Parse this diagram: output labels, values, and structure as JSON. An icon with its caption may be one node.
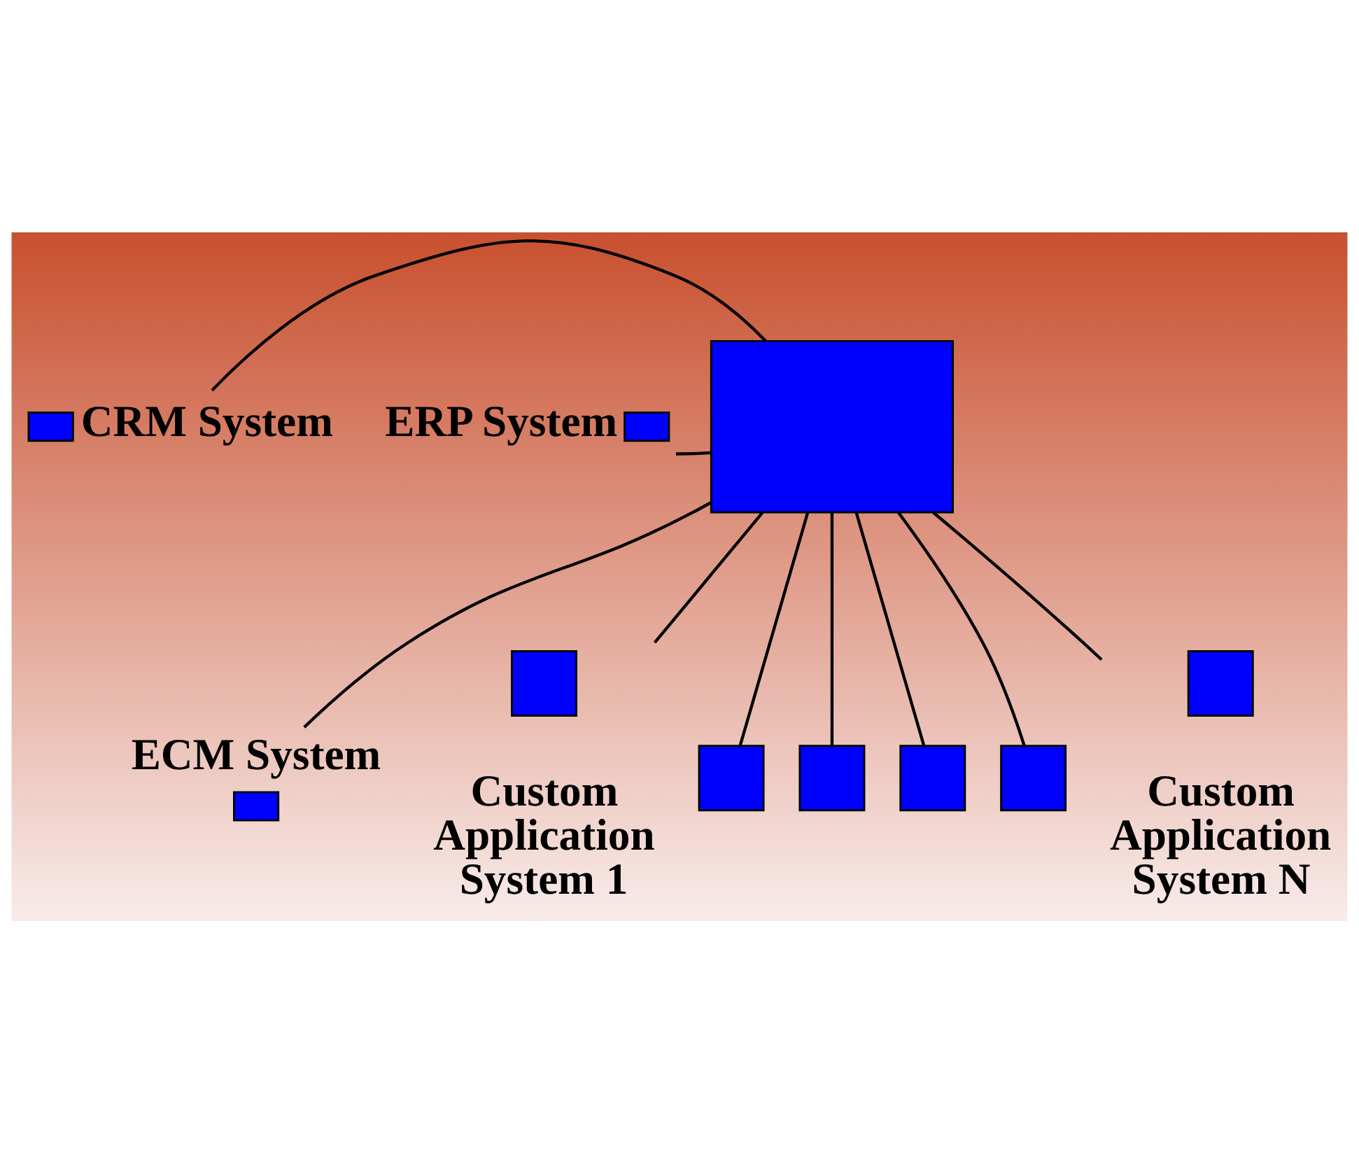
{
  "diagram": {
    "nodes": [
      {
        "text": [],
        "shape": "box"
      },
      {
        "text": [
          "ECM System"
        ]
      },
      {
        "text": [
          "ERP System"
        ]
      },
      {
        "text": [
          "CRM System"
        ]
      },
      {
        "text": [
          "Custom Application System 1"
        ]
      },
      {
        "text": [],
        "shape": "box"
      },
      {
        "text": [],
        "shape": "box"
      },
      {
        "text": [],
        "shape": "box"
      },
      {
        "text": [],
        "shape": "box"
      },
      {
        "text": [
          "Custom Application System N"
        ]
      }
    ],
    "edges": [
      {
        "from": 0,
        "to": 1,
        "arrow": "none"
      },
      {
        "from": 2,
        "to": 0,
        "arrow": "none"
      },
      {
        "from": 0,
        "to": 3,
        "arrow": "none"
      },
      {
        "from": 0,
        "to": 4,
        "arrow": "none"
      },
      {
        "from": 0,
        "to": 5,
        "arrow": "none"
      },
      {
        "from": 0,
        "to": 6,
        "arrow": "none"
      },
      {
        "from": 0,
        "to": 7,
        "arrow": "none"
      },
      {
        "from": 0,
        "to": 8,
        "arrow": "none"
      },
      {
        "from": 0,
        "to": 9,
        "arrow": "none"
      }
    ]
  }
}
